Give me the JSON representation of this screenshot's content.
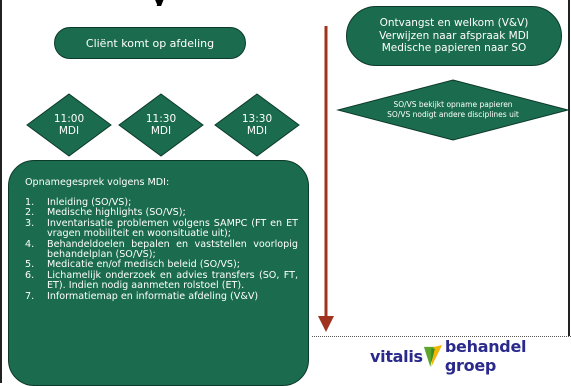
{
  "slide": {
    "title_fragment": "y"
  },
  "nodes": {
    "client_arrives": "Cliënt komt op afdeling",
    "arrival_lines": [
      "Ontvangst en welkom (V&V)",
      "Verwijzen naar afspraak MDI",
      "Medische papieren naar SO"
    ],
    "times": [
      {
        "time": "11:00",
        "label": "MDI"
      },
      {
        "time": "11:30",
        "label": "MDI"
      },
      {
        "time": "13:30",
        "label": "MDI"
      }
    ],
    "so_vs_lines": [
      "SO/VS bekijkt opname papieren",
      "SO/VS nodigt andere disciplines uit"
    ]
  },
  "intake": {
    "heading": "Opnamegesprek volgens MDI:",
    "items": [
      {
        "num": "1.",
        "text": "Inleiding (SO/VS);"
      },
      {
        "num": "2.",
        "text": "Medische highlights (SO/VS);"
      },
      {
        "num": "3.",
        "text": "Inventarisatie problemen volgens SAMPC (FT en ET vragen mobiliteit en woonsituatie uit);"
      },
      {
        "num": "4.",
        "text": "Behandeldoelen bepalen en vaststellen voorlopig behandelplan (SO/VS);"
      },
      {
        "num": "5.",
        "text": "Medicatie en/of medisch beleid (SO/VS);"
      },
      {
        "num": "6.",
        "text": "Lichamelijk onderzoek en advies transfers (SO, FT, ET). Indien nodig aanmeten rolstoel (ET)."
      },
      {
        "num": "7.",
        "text": "Informatiemap en informatie afdeling (V&V)"
      }
    ]
  },
  "logo": {
    "word1": "vitalis",
    "word2": "behandel groep"
  },
  "colors": {
    "node_fill": "#1b6b4f",
    "arrow": "#a0331e",
    "logo_text": "#2a2a8c",
    "logo_green": "#5ba62e",
    "logo_yellow": "#f2b705"
  }
}
